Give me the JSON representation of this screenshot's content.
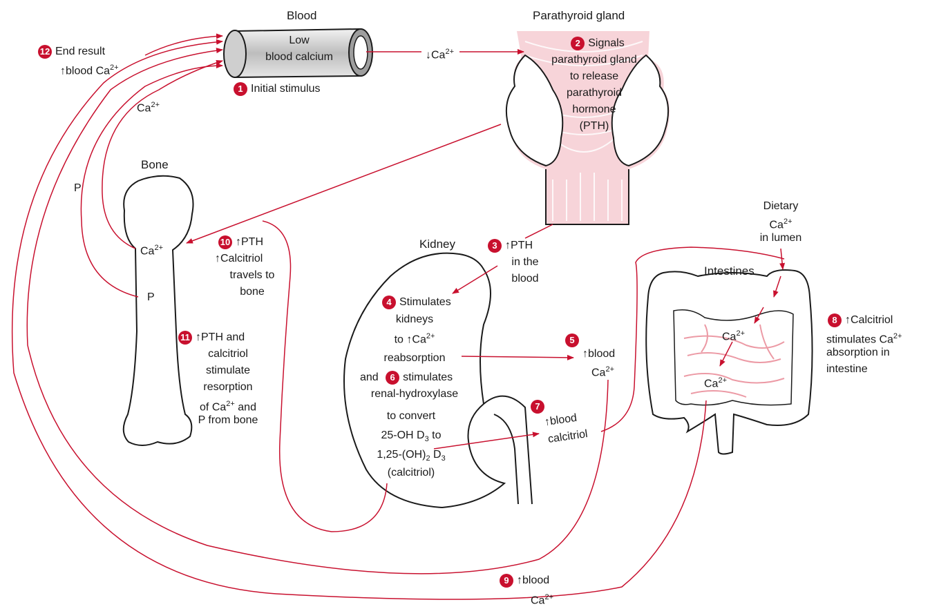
{
  "titles": {
    "blood": "Blood",
    "parathyroid": "Parathyroid gland",
    "bone": "Bone",
    "kidney": "Kidney",
    "intestines": "Intestines"
  },
  "blood_vessel": {
    "line1": "Low",
    "line2": "blood calcium"
  },
  "steps": {
    "s1": {
      "num": "1",
      "text": "Initial stimulus"
    },
    "s2": {
      "num": "2",
      "lines": [
        "Signals",
        "parathyroid gland",
        "to release",
        "parathyroid",
        "hormone",
        "(PTH)"
      ]
    },
    "s3": {
      "num": "3",
      "a": "↑PTH",
      "b": "in the",
      "c": "blood"
    },
    "s4": {
      "num": "4",
      "a": "Stimulates",
      "b": "kidneys",
      "c": "to ↑Ca",
      "c_sup": "2+",
      "d": "reabsorption"
    },
    "s6": {
      "pre": "and",
      "num": "6",
      "a": "stimulates",
      "b": "renal-hydroxylase",
      "c": "to convert",
      "d": "25-OH D",
      "d_sub": "3",
      "d2": " to",
      "e": "1,25-(OH)",
      "e_sub": "2",
      "e2": " D",
      "e_sub2": "3",
      "f": "(calcitriol)"
    },
    "s5": {
      "num": "5",
      "a": "↑blood",
      "b": "Ca",
      "b_sup": "2+"
    },
    "s7": {
      "num": "7",
      "a": "↑blood",
      "b": "calcitriol"
    },
    "s8": {
      "num": "8",
      "a": "↑Calcitriol",
      "b": "stimulates Ca",
      "b_sup": "2+",
      "c": "absorption in",
      "d": "intestine"
    },
    "s9": {
      "num": "9",
      "a": "↑blood",
      "b": "Ca",
      "b_sup": "2+"
    },
    "s10": {
      "num": "10",
      "a": "↑PTH",
      "b": "↑Calcitriol",
      "c": "travels to",
      "d": "bone"
    },
    "s11": {
      "num": "11",
      "a": "↑PTH and",
      "b": "calcitriol",
      "c": "stimulate",
      "d": "resorption",
      "e": "of Ca",
      "e_sup": "2+",
      "e2": " and",
      "f": "P from bone"
    },
    "s12": {
      "num": "12",
      "a": "End result",
      "b": "↑blood Ca",
      "b_sup": "2+"
    }
  },
  "flow_labels": {
    "ca_down": "↓Ca",
    "ca_down_sup": "2+",
    "ca": "Ca",
    "ca_sup": "2+",
    "p": "P",
    "bone_ca": "Ca",
    "bone_ca_sup": "2+",
    "bone_p": "P",
    "dietary_a": "Dietary",
    "dietary_b": "Ca",
    "dietary_b_sup": "2+",
    "dietary_c": "in lumen",
    "int_ca1": "Ca",
    "int_ca1_sup": "2+",
    "int_ca2": "Ca",
    "int_ca2_sup": "2+"
  },
  "colors": {
    "arrow": "#c8102e",
    "badge": "#c8102e",
    "outline": "#1a1a1a",
    "tissue": "#f2b8c0"
  }
}
